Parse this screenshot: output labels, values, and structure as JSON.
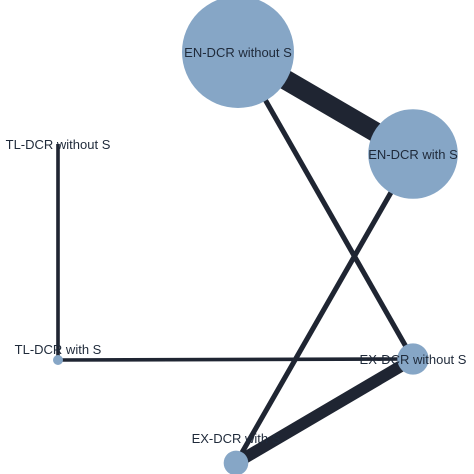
{
  "network": {
    "node_color": "#86a6c6",
    "edge_color": "#1f2532",
    "label_color": "#1f2a3a",
    "nodes": [
      {
        "id": "en_wo",
        "label": "EN-DCR without S",
        "weight": 1.0
      },
      {
        "id": "en_w",
        "label": "EN-DCR with S",
        "weight": 0.8
      },
      {
        "id": "tl_wo",
        "label": "TL-DCR without S",
        "weight": 0.0
      },
      {
        "id": "tl_w",
        "label": "TL-DCR with S",
        "weight": 0.08
      },
      {
        "id": "ex_wo",
        "label": "EX-DCR without S",
        "weight": 0.28
      },
      {
        "id": "ex_w",
        "label": "EX-DCR with S",
        "weight": 0.22
      }
    ],
    "edges": [
      {
        "source": "en_wo",
        "target": "en_w",
        "weight": 1.0
      },
      {
        "source": "en_wo",
        "target": "ex_wo",
        "weight": 0.18
      },
      {
        "source": "en_w",
        "target": "ex_w",
        "weight": 0.18
      },
      {
        "source": "tl_wo",
        "target": "tl_w",
        "weight": 0.1
      },
      {
        "source": "tl_w",
        "target": "ex_wo",
        "weight": 0.1
      },
      {
        "source": "ex_wo",
        "target": "ex_w",
        "weight": 0.55
      }
    ]
  }
}
